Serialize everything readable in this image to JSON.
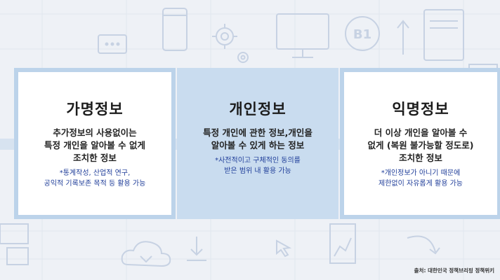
{
  "cards": [
    {
      "title": "가명정보",
      "description": "추가정보의 사용없이는\n특정 개인을 알아볼 수 없게\n조치한 정보",
      "note": "*통계작성, 산업적 연구,\n공익적 기록보존 목적 등 활용 가능"
    },
    {
      "title": "개인정보",
      "description": "특정 개인에 관한 정보,개인을\n알아볼 수 있게 하는 정보",
      "note": "*사전적이고 구체적인 동의를\n받은 범위 내 활용 가능"
    },
    {
      "title": "익명정보",
      "description": "더 이상 개인을 알아볼 수\n없게 (복원 불가능할 정도로)\n조치한 정보",
      "note": "*개인정보가 아니기 때문에\n제한없이 자유롭게 활용 가능"
    }
  ],
  "source": "출처: 대한민국 정책브리핑 정책위키",
  "background": {
    "badge_label": "B1"
  },
  "colors": {
    "background": "#eef1f6",
    "band": "#d7e3f0",
    "card_border": "#bcd3ea",
    "middle_card": "#c9dcef",
    "note_text": "#213f9a"
  }
}
